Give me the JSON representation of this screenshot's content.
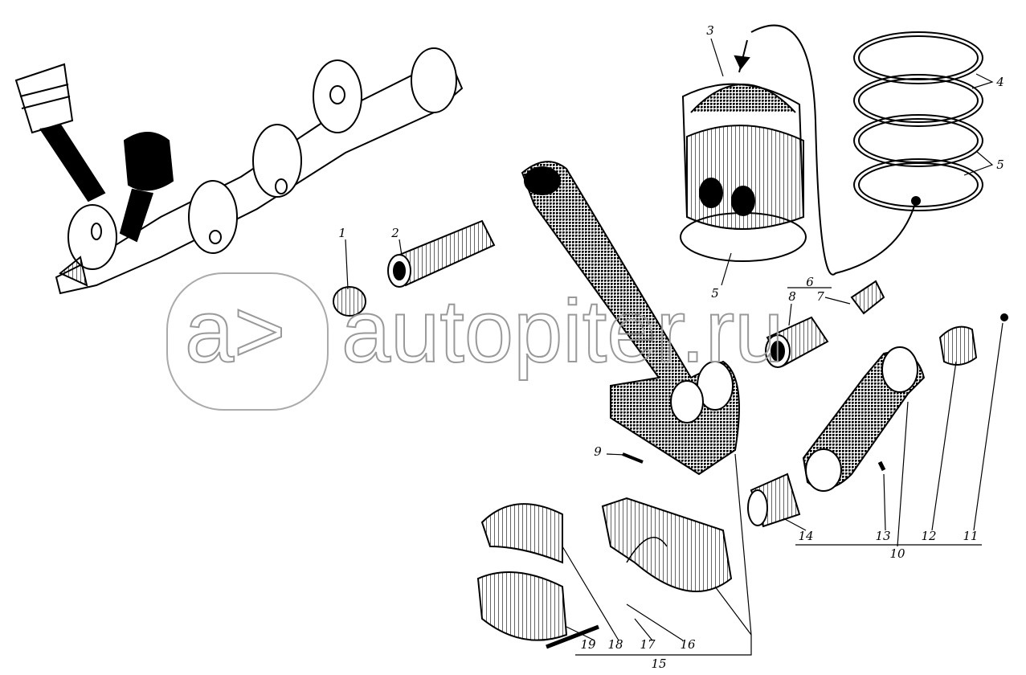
{
  "watermark": {
    "text": "autopiter.ru",
    "logo": "a>"
  },
  "callouts": {
    "c1": "1",
    "c2": "2",
    "c3": "3",
    "c4": "4",
    "c5a": "5",
    "c5b": "5",
    "c6": "6",
    "c7": "7",
    "c8": "8",
    "c9": "9",
    "c10": "10",
    "c11": "11",
    "c12": "12",
    "c13": "13",
    "c14": "14",
    "c15": "15",
    "c16": "16",
    "c17": "17",
    "c18": "18",
    "c19": "19"
  },
  "colors": {
    "ink": "#000000",
    "paper": "#ffffff",
    "watermark": "#9a9a9a"
  }
}
